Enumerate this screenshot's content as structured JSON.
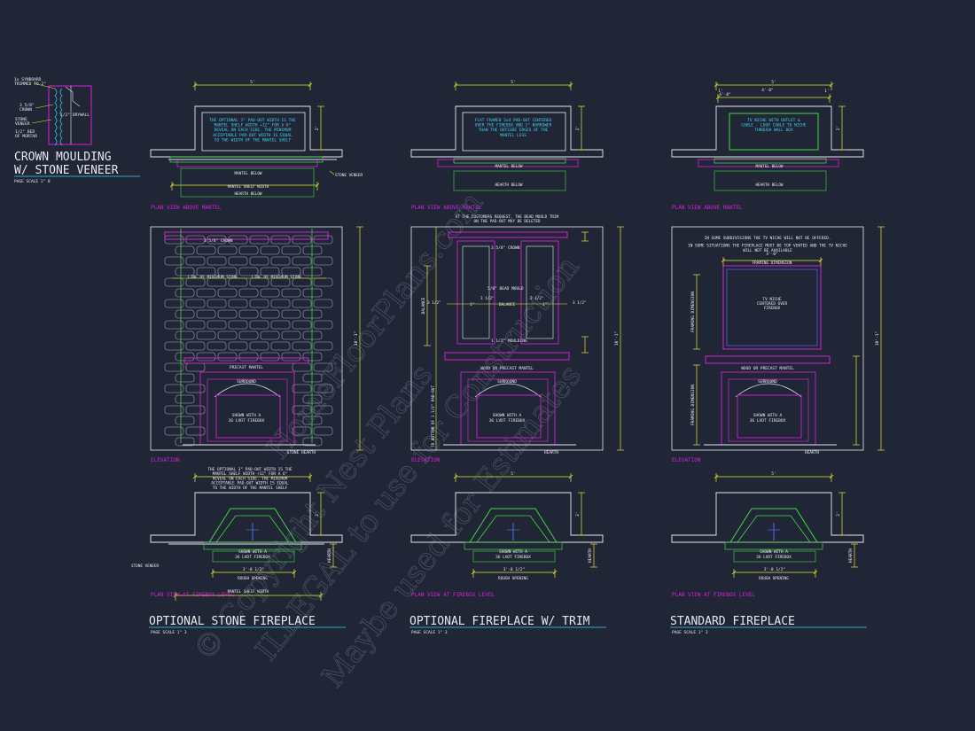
{
  "colors": {
    "background": "#212637",
    "white": "#e8e8ee",
    "yellow": "#e6e62e",
    "magenta": "#d61ed6",
    "cyan": "#3fd1f0",
    "green": "#3ed83e",
    "blue": "#4f5fd6",
    "stone": "#7e8294"
  },
  "crown_detail": {
    "title_line1": "CROWN MOULDING",
    "title_line2": "W/ STONE VENEER",
    "scale": "PAGE SCALE 1\" 8",
    "label_1x": "1x SYNBOARD",
    "label_1x_b": "TRIMMED TO 2\"",
    "label_crown_a": "3 5/8\"",
    "label_crown_b": "CROWN",
    "label_stone_a": "STONE",
    "label_stone_b": "VENEER",
    "label_bed_a": "1/2\" BED",
    "label_bed_b": "OF MORTAR",
    "label_drywall": "1/2\" DRYWALL"
  },
  "columns": [
    {
      "plan_note": [
        "THE OPTIONAL 3\" PAD-OUT WIDTH IS THE",
        "MANTEL SHELF WIDTH +12\" FOR A 6\"",
        "REVEAL ON EACH SIDE. THE MINIMUM",
        "ACCEPTABLE PAD-OUT WIDTH IS EQUAL",
        "TO THE WIDTH OF THE MANTEL SHELF"
      ],
      "plan_labels": [
        "MANTEL BELOW",
        "MANTEL SHELF WIDTH",
        "HEARTH BELOW"
      ],
      "plan_side_label": "STONE VENEER",
      "plan_title": "PLAN VIEW ABOVE MANTEL",
      "elev_labels": [
        "3 5/8\" CROWN",
        "LINE OF MINIMUM STONE",
        "LINE OF MINIMUM STONE",
        "PRECAST MANTEL",
        "SURROUND",
        "SHOWN WITH A",
        "36 LVDT FIREBOX",
        "STONE HEARTH"
      ],
      "elev_title": "ELEVATION",
      "elev_dim": "10'-1\"",
      "fb_note": [
        "THE OPTIONAL 3\" PAD-OUT WIDTH IS THE",
        "MANTEL SHELF WIDTH +12\" FOR A 6\"",
        "REVEAL ON EACH SIDE. THE MINIMUM",
        "ACCEPTABLE PAD-OUT WIDTH IS EQUAL",
        "TO THE WIDTH OF THE MANTEL SHELF"
      ],
      "fb_labels": [
        "SHOWN WITH A",
        "36 LVDT FIREBOX",
        "3'-0 1/2\"",
        "ROUGH OPENING",
        "MANTEL SHELF WIDTH"
      ],
      "fb_side_label": "STONE VENEER",
      "fb_title": "PLAN VIEW AT FIREBOX LEVEL",
      "heading": "OPTIONAL STONE FIREPLACE",
      "scale": "PAGE SCALE 1\" 3"
    },
    {
      "plan_note": [
        "FLAT FRAMED 2x4 PAD-OUT CENTERED",
        "OVER THE FIREBOX AND 1\" NARROWER",
        "THAN THE OUTSIDE EDGES OF THE",
        "MANTEL LEGS"
      ],
      "plan_labels": [
        "MANTEL BELOW",
        "HEARTH BELOW"
      ],
      "plan_title": "PLAN VIEW ABOVE MANTEL",
      "elev_top_note": [
        "AT THE CUSTOMERS REQUEST, THE BEAD MOULD TRIM",
        "ON THE PAD-OUT MAY BE DELETED"
      ],
      "elev_labels": [
        "3 5/8\" CROWN",
        "5/8\" BEAD MOULD",
        "BALANCE",
        "1 1/2\" MOULDING",
        "WOOD OR PRECAST MANTEL",
        "SURROUND",
        "SHOWN WITH A",
        "36 LVDT FIREBOX",
        "HEARTH",
        "3 1/2\"",
        "3 1/2\"",
        "3 1/2\"",
        "3 1/2\"",
        "1\"",
        "1\"",
        "TO BOTTOM OF 1 1/2\" PAD-OUT",
        "BALANCE"
      ],
      "elev_title": "ELEVATION",
      "elev_dim": "10'-1\"",
      "fb_labels": [
        "SHOWN WITH A",
        "36 LVDT FIREBOX",
        "3'-0 1/2\"",
        "ROUGH OPENING"
      ],
      "fb_title": "PLAN VIEW AT FIREBOX LEVEL",
      "heading": "OPTIONAL FIREPLACE W/ TRIM",
      "scale": "PAGE SCALE 1\" 3"
    },
    {
      "plan_note": [
        "TV NICHE WITH OUTLET &",
        "CABLE - LOOP CABLE TO NICHE",
        "THROUGH WALL BOX"
      ],
      "plan_labels": [
        "MANTEL BELOW",
        "HEARTH BELOW"
      ],
      "plan_dims": [
        "4'-0\"",
        "1'",
        "1'"
      ],
      "plan_title": "PLAN VIEW ABOVE MANTEL",
      "elev_top_note": [
        "IN SOME SUBDIVISIONS THE TV NICHE WILL NOT BE OFFERED.",
        "IN SOME SITUATIONS THE FIREPLACE MUST BE TOP VENTED AND THE TV NICHE",
        "WILL NOT BE AVAILABLE"
      ],
      "elev_labels": [
        "4'-0\"",
        "FRAMING DIMENSION",
        "TV NICHE",
        "CENTERED OVER",
        "FIREBOX",
        "WOOD OR PRECAST MANTEL",
        "SURROUND",
        "SHOWN WITH A",
        "36 LVDT FIREBOX",
        "HEARTH",
        "FRAMING DIMENSION",
        "FRAMING DIMENSION"
      ],
      "elev_title": "ELEVATION",
      "elev_dim": "10'-1\"",
      "fb_labels": [
        "SHOWN WITH A",
        "36 LVDT FIREBOX",
        "3'-0 1/2\"",
        "ROUGH OPENING"
      ],
      "fb_title": "PLAN VIEW AT FIREBOX LEVEL",
      "heading": "STANDARD FIREPLACE",
      "scale": "PAGE SCALE 1\" 3"
    }
  ],
  "dims": {
    "top": "5'",
    "side": "2'",
    "hearth": "HEARTH"
  },
  "watermark": [
    "© Copyright Nest Plans",
    "ILLEGAL to use for Construction",
    "Maybe used for Estimates",
    "HomeFloorPlans.com"
  ]
}
